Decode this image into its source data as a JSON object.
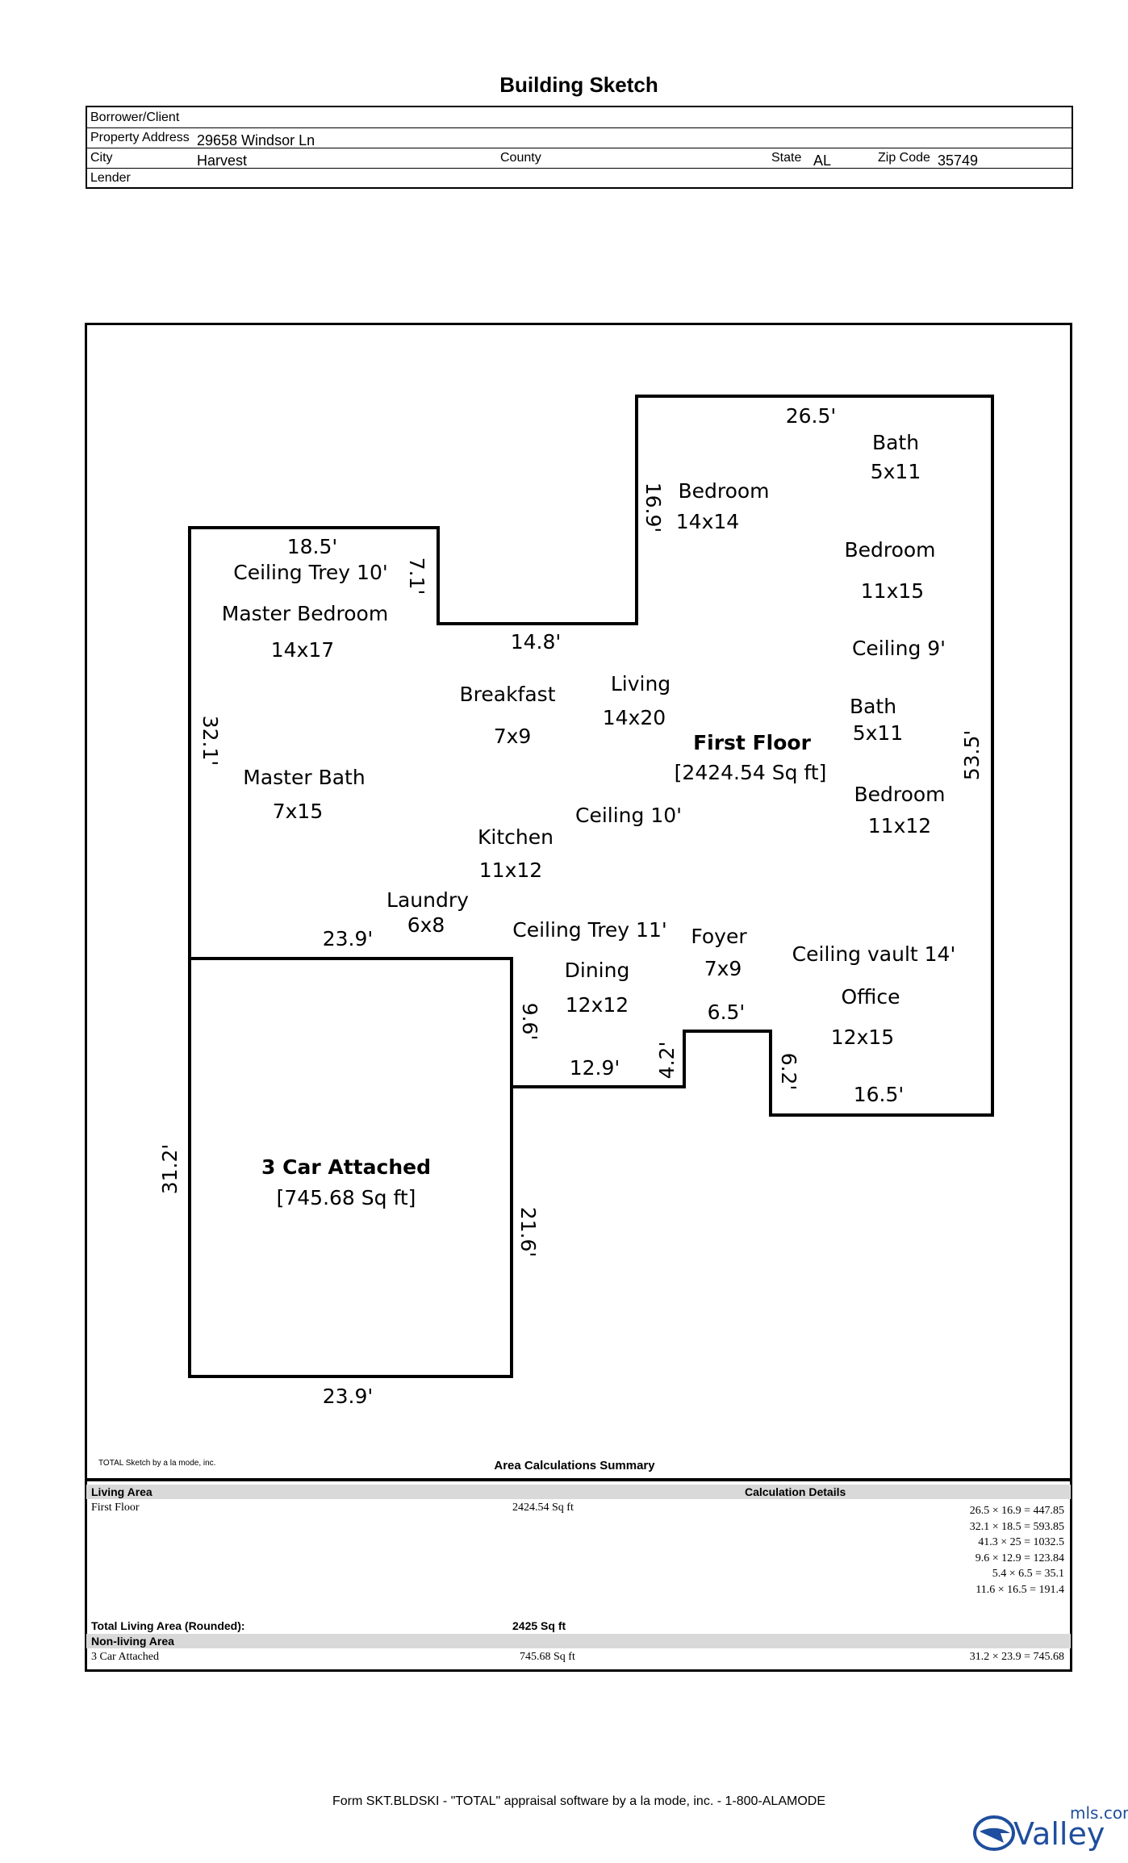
{
  "title": "Building Sketch",
  "header": {
    "borrower_label": "Borrower/Client",
    "borrower_value": "",
    "address_label": "Property Address",
    "address_value": "29658 Windsor Ln",
    "city_label": "City",
    "city_value": "Harvest",
    "county_label": "County",
    "county_value": "",
    "state_label": "State",
    "state_value": "AL",
    "zip_label": "Zip Code",
    "zip_value": "35749",
    "lender_label": "Lender",
    "lender_value": ""
  },
  "sketch": {
    "dims": {
      "top_right": "26.5'",
      "left_wing_top": "18.5'",
      "wing_step": "7.1'",
      "step_horizontal": "14.8'",
      "right_side": "53.5'",
      "bedroom_left_side": "16.9'",
      "left_side": "32.1'",
      "house_bottom_left": "23.9'",
      "dining_side": "9.6'",
      "dining_bottom": "12.9'",
      "foyer_left": "4.2'",
      "foyer_top": "6.5'",
      "foyer_right": "6.2'",
      "office_bottom": "16.5'",
      "garage_left": "31.2'",
      "garage_right": "21.6'",
      "garage_bottom": "23.9'"
    },
    "rooms": {
      "bath1": "Bath",
      "bath1_size": "5x11",
      "bedroom1": "Bedroom",
      "bedroom1_size": "14x14",
      "bedroom2": "Bedroom",
      "bedroom2_size": "11x15",
      "ceiling9": "Ceiling 9'",
      "bath2": "Bath",
      "bath2_size": "5x11",
      "bedroom3": "Bedroom",
      "bedroom3_size": "11x12",
      "ceiling_trey10": "Ceiling Trey 10'",
      "master_bedroom": "Master Bedroom",
      "master_bedroom_size": "14x17",
      "breakfast": "Breakfast",
      "breakfast_size": "7x9",
      "living": "Living",
      "living_size": "14x20",
      "first_floor": "First Floor",
      "first_floor_area": "[2424.54 Sq ft]",
      "master_bath": "Master Bath",
      "master_bath_size": "7x15",
      "ceiling10": "Ceiling 10'",
      "kitchen": "Kitchen",
      "kitchen_size": "11x12",
      "laundry": "Laundry",
      "laundry_size": "6x8",
      "ceiling_trey11": "Ceiling Trey 11'",
      "foyer": "Foyer",
      "foyer_size": "7x9",
      "ceiling_vault": "Ceiling vault 14'",
      "dining": "Dining",
      "dining_size": "12x12",
      "office": "Office",
      "office_size": "12x15",
      "garage": "3 Car Attached",
      "garage_area": "[745.68 Sq ft]"
    }
  },
  "summary": {
    "total_sketch_credit": "TOTAL Sketch by a la mode, inc.",
    "heading": "Area Calculations Summary",
    "living_area_label": "Living Area",
    "calc_details_label": "Calculation Details",
    "first_floor_label": "First Floor",
    "first_floor_value": "2424.54 Sq ft",
    "calcs": [
      "26.5 × 16.9  =  447.85",
      "32.1 × 18.5  =  593.85",
      "41.3 × 25   =  1032.5",
      "9.6 × 12.9  =  123.84",
      "5.4 × 6.5   =     35.1",
      "11.6 × 16.5  =   191.4"
    ],
    "total_living_label": "Total Living Area (Rounded):",
    "total_living_value": "2425 Sq ft",
    "non_living_label": "Non-living Area",
    "garage_label": "3 Car Attached",
    "garage_value": "745.68 Sq ft",
    "garage_calc": "31.2 × 23.9  =  745.68"
  },
  "footer": "Form SKT.BLDSKI - \"TOTAL\" appraisal software by a la mode, inc. - 1-800-ALAMODE",
  "logo": {
    "brand": "Valley",
    "domain": "mls.com"
  },
  "colors": {
    "logo_blue": "#1f4e9e",
    "band_gray": "#d9d9d9"
  }
}
